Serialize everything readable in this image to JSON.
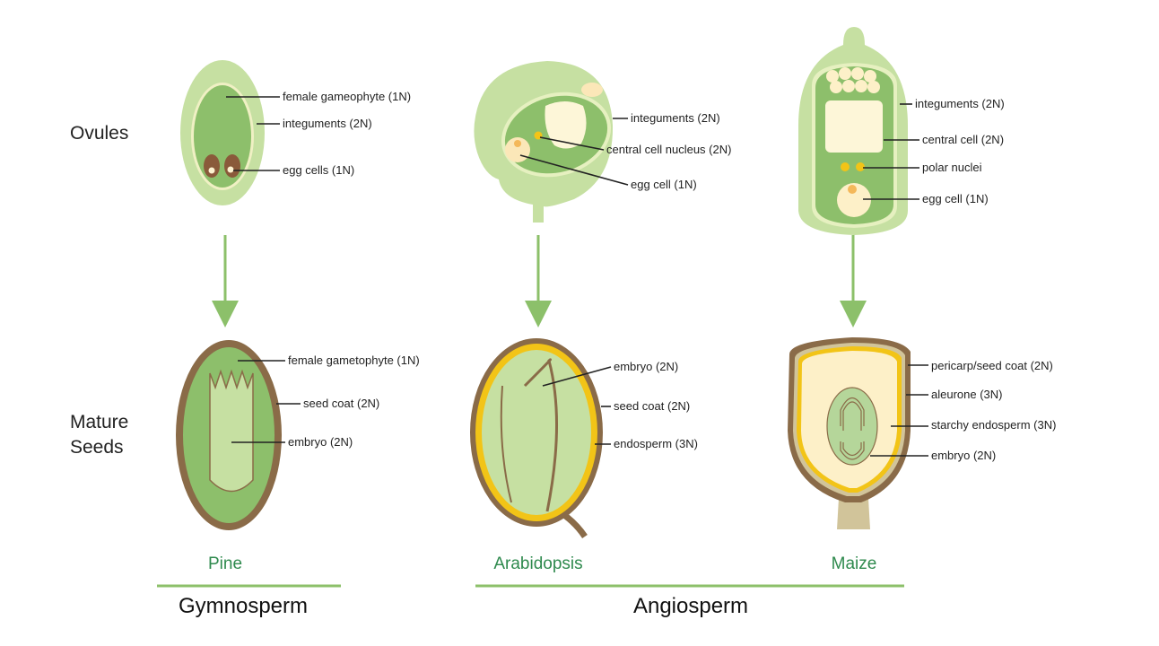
{
  "rows": {
    "ovules": "Ovules",
    "seeds_line1": "Mature",
    "seeds_line2": "Seeds"
  },
  "pine": {
    "name": "Pine",
    "ovule_labels": [
      "female gameophyte (1N)",
      "integuments (2N)",
      "egg cells (1N)"
    ],
    "seed_labels": [
      "female gametophyte (1N)",
      "seed coat (2N)",
      "embryo (2N)"
    ]
  },
  "arabidopsis": {
    "name": "Arabidopsis",
    "ovule_labels": [
      "integuments (2N)",
      "central cell nucleus (2N)",
      "egg cell (1N)"
    ],
    "seed_labels": [
      "embryo (2N)",
      "seed coat (2N)",
      "endosperm (3N)"
    ]
  },
  "maize": {
    "name": "Maize",
    "ovule_labels": [
      "integuments (2N)",
      "central cell (2N)",
      "polar nuclei",
      "egg cell (1N)"
    ],
    "seed_labels": [
      "pericarp/seed coat (2N)",
      "aleurone (3N)",
      "starchy endosperm (3N)",
      "embryo (2N)"
    ]
  },
  "groups": {
    "gymnosperm": "Gymnosperm",
    "angiosperm": "Angiosperm"
  },
  "colors": {
    "light_green": "#c6e0a2",
    "mid_green": "#8dbf6b",
    "brown": "#8a6b48",
    "yellow": "#f2c417",
    "cream": "#fdf6d8",
    "species_green": "#2f8a4e",
    "arrow": "#8cc06a"
  }
}
